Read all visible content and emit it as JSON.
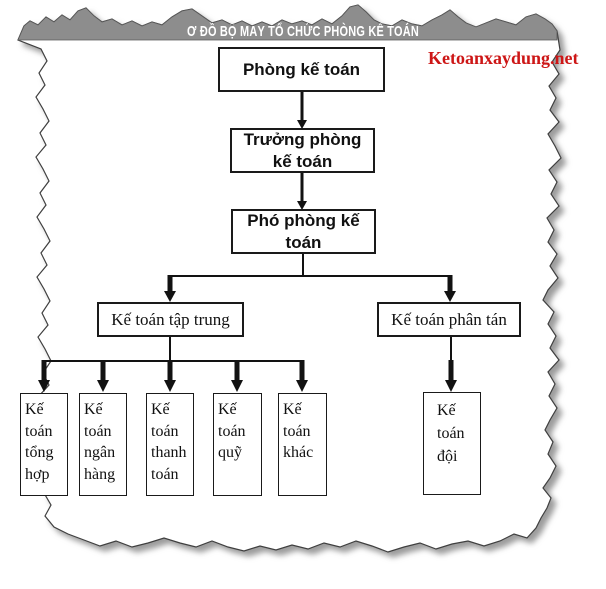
{
  "header": {
    "banner_title": "Ơ ĐỒ BỘ MÁY TỔ CHỨC PHÒNG KẾ TOÁN",
    "site_watermark": "Ketoanxaydung.net"
  },
  "colors": {
    "banner_bg": "#8d8d8d",
    "banner_text": "#ffffff",
    "watermark": "#cd1616",
    "diagram_line": "#121212",
    "box_border": "#1a1a1a",
    "paper_bg": "#ffffff"
  },
  "diagram": {
    "type": "org-chart",
    "nodes": {
      "phong": {
        "label": "Phòng kế toán",
        "level": 1
      },
      "truong": {
        "label": "Trưởng phòng kế toán",
        "level": 2
      },
      "pho": {
        "label": "Phó phòng kế toán",
        "level": 3
      },
      "tap_trung": {
        "label": "Kế toán tập trung",
        "level": 4
      },
      "phan_tan": {
        "label": "Kế toán phân tán",
        "level": 4
      },
      "tong_hop": {
        "label": "Kế toán tổng hợp",
        "level": 5
      },
      "ngan_hang": {
        "label": "Kế toán ngân hàng",
        "level": 5
      },
      "thanh_toan": {
        "label": "Kế toán thanh toán",
        "level": 5
      },
      "quy": {
        "label": "Kế toán quỹ",
        "level": 5
      },
      "khac": {
        "label": "Kế toán khác",
        "level": 5
      },
      "doi": {
        "label": "Kế toán đội",
        "level": 5
      }
    },
    "edges": [
      {
        "from": "phong",
        "to": "truong"
      },
      {
        "from": "truong",
        "to": "pho"
      },
      {
        "from": "pho",
        "to": "tap_trung"
      },
      {
        "from": "pho",
        "to": "phan_tan"
      },
      {
        "from": "tap_trung",
        "to": "tong_hop"
      },
      {
        "from": "tap_trung",
        "to": "ngan_hang"
      },
      {
        "from": "tap_trung",
        "to": "thanh_toan"
      },
      {
        "from": "tap_trung",
        "to": "quy"
      },
      {
        "from": "tap_trung",
        "to": "khac"
      },
      {
        "from": "phan_tan",
        "to": "doi"
      }
    ]
  }
}
